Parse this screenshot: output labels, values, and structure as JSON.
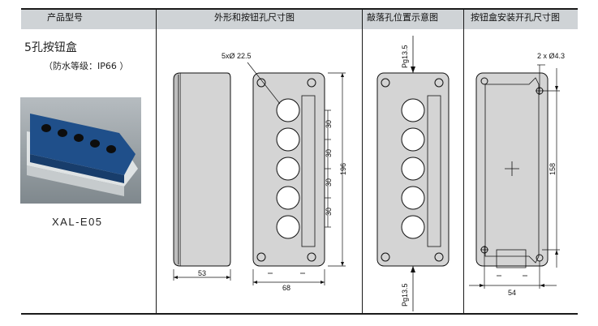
{
  "header": {
    "col1": "产品型号",
    "col2": "外形和按钮孔尺寸图",
    "col3": "敲落孔位置示意图",
    "col4": "按钮盒安装开孔尺寸图"
  },
  "product": {
    "title": "5孔按钮盒",
    "subtitle": "（防水等级：IP66 ）",
    "model": "XAL-E05"
  },
  "drawing1": {
    "hole_label": "5xØ 22.5",
    "pitch_1": "30",
    "pitch_2": "30",
    "pitch_3": "30",
    "pitch_4": "30",
    "height": "196",
    "side_width": "53",
    "front_width": "68"
  },
  "drawing2": {
    "top_label": "Pg13.5",
    "bottom_label": "Pg13.5"
  },
  "drawing3": {
    "hole_label": "2 x Ø4.3",
    "height": "158",
    "width": "54"
  }
}
